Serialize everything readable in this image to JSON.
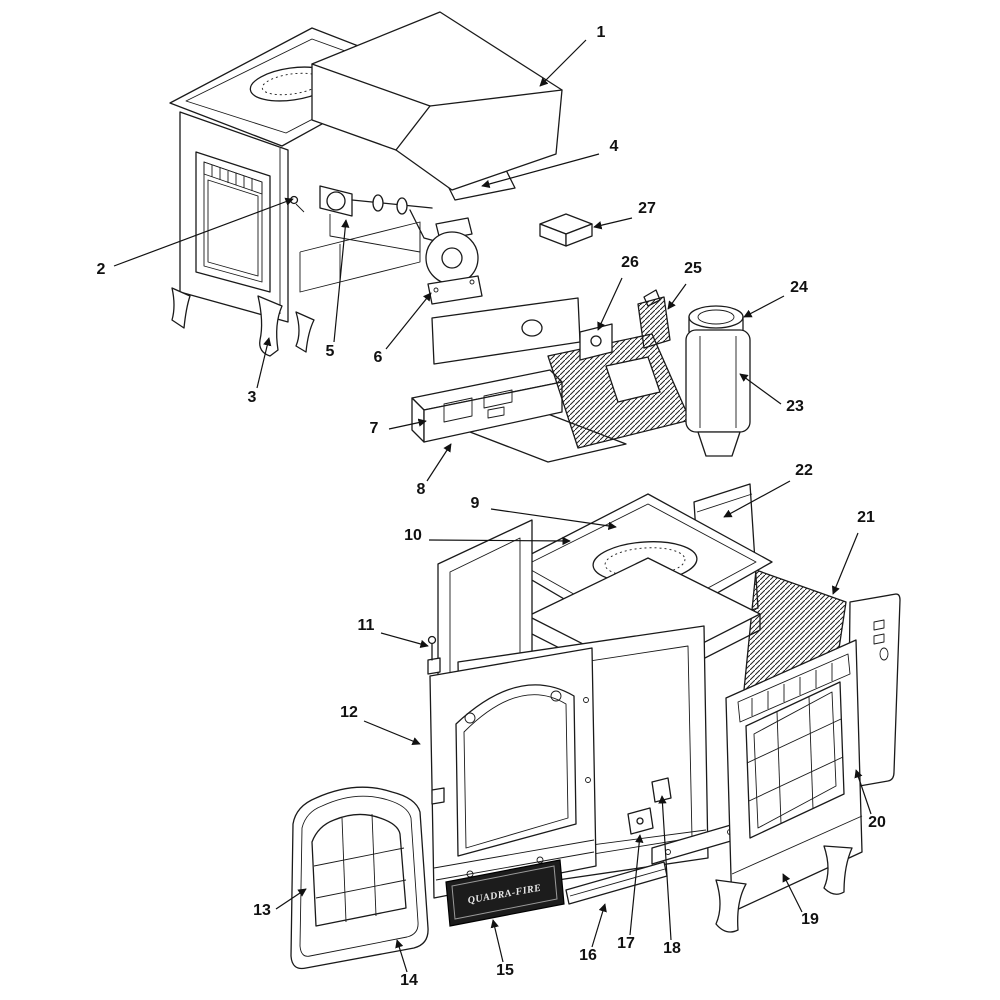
{
  "diagram": {
    "nameplate_text": "QUADRA-FIRE",
    "callouts": [
      {
        "label": "1"
      },
      {
        "label": "2"
      },
      {
        "label": "3"
      },
      {
        "label": "4"
      },
      {
        "label": "5"
      },
      {
        "label": "6"
      },
      {
        "label": "7"
      },
      {
        "label": "8"
      },
      {
        "label": "9"
      },
      {
        "label": "10"
      },
      {
        "label": "11"
      },
      {
        "label": "12"
      },
      {
        "label": "13"
      },
      {
        "label": "14"
      },
      {
        "label": "15"
      },
      {
        "label": "16"
      },
      {
        "label": "17"
      },
      {
        "label": "18"
      },
      {
        "label": "19"
      },
      {
        "label": "20"
      },
      {
        "label": "21"
      },
      {
        "label": "22"
      },
      {
        "label": "23"
      },
      {
        "label": "24"
      },
      {
        "label": "25"
      },
      {
        "label": "26"
      },
      {
        "label": "27"
      }
    ]
  }
}
